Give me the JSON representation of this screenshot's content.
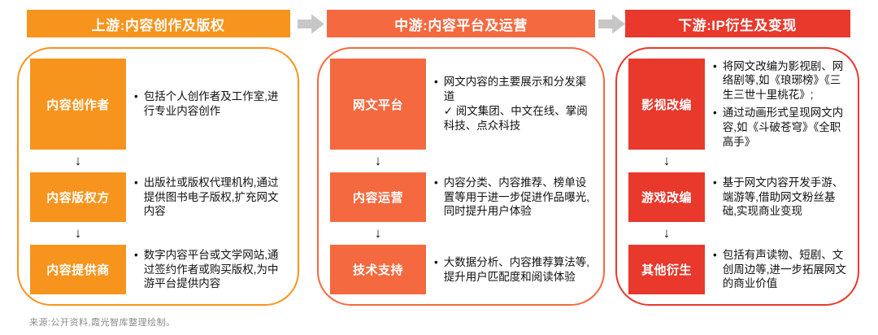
{
  "glyphs": {
    "down_arrow": "↓",
    "bullet": "•"
  },
  "colors": {
    "upstream": "#F7941D",
    "midstream": "#F4693F",
    "downstream": "#E9382C",
    "flow_arrow_gray": "#C7C7C7",
    "body_text": "#111111",
    "footer_text": "#8C8C8C"
  },
  "columns": [
    {
      "id": "upstream",
      "header": "上游:内容创作及版权",
      "color": "#F7941D",
      "rows": [
        {
          "label": "内容创作者",
          "bullets": [
            {
              "text": "包括个人创作者及工作室,进行专业内容创作"
            }
          ]
        },
        {
          "label": "内容版权方",
          "bullets": [
            {
              "text": "出版社或版权代理机构,通过提供图书电子版权,扩充网文内容"
            }
          ]
        },
        {
          "label": "内容提供商",
          "bullets": [
            {
              "text": "数字内容平台或文学网站,通过签约作者或购买版权,为中游平台提供内容"
            }
          ]
        }
      ]
    },
    {
      "id": "midstream",
      "header": "中游:内容平台及运营",
      "color": "#F4693F",
      "rows": [
        {
          "label": "网文平台",
          "bullets": [
            {
              "text": "网文内容的主要展示和分发渠道",
              "sub": "✓ 阅文集团、中文在线、掌阅科技、点众科技"
            }
          ]
        },
        {
          "label": "内容运营",
          "bullets": [
            {
              "text": "内容分类、内容推荐、榜单设置等用于进一步促进作品曝光,同时提升用户体验"
            }
          ]
        },
        {
          "label": "技术支持",
          "bullets": [
            {
              "text": "大数据分析、内容推荐算法等,提升用户匹配度和阅读体验"
            }
          ]
        }
      ]
    },
    {
      "id": "downstream",
      "header": "下游:IP衍生及变现",
      "color": "#E9382C",
      "rows": [
        {
          "label": "影视改编",
          "bullets": [
            {
              "text": "将网文改编为影视剧、网络剧等,如《琅琊榜》《三生三世十里桃花》;"
            },
            {
              "text": "通过动画形式呈现网文内容,如《斗破苍穹》《全职高手》"
            }
          ]
        },
        {
          "label": "游戏改编",
          "bullets": [
            {
              "text": "基于网文内容开发手游、端游等,借助网文粉丝基础,实现商业变现"
            }
          ]
        },
        {
          "label": "其他衍生",
          "bullets": [
            {
              "text": "包括有声读物、短剧、文创周边等,进一步拓展网文的商业价值"
            }
          ]
        }
      ]
    }
  ],
  "footer": {
    "source": "来源:公开资料,霞光智库整理绘制。"
  }
}
